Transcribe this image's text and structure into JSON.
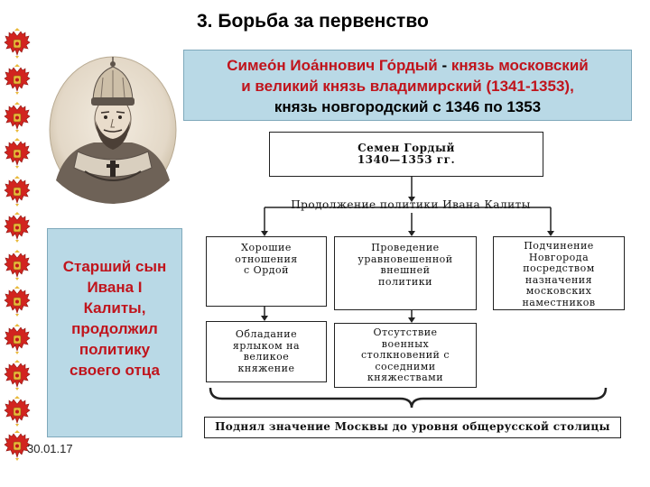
{
  "slide": {
    "title": "3. Борьба за первенство",
    "date": "30.01.17"
  },
  "infobox": {
    "name": "Симео́н Иоа́ннович Го́рдый",
    "dash": " - ",
    "role_line1": "князь московский",
    "role_line2": "и великий князь владимирский (1341-1353),",
    "role_line3": "князь новгородский с 1346 по 1353"
  },
  "sidebox": {
    "lines": [
      "Старший сын",
      "Ивана I",
      "Калиты,",
      "продолжил",
      "политику",
      "своего отца"
    ]
  },
  "diagram": {
    "top": [
      "Семен Гордый",
      "1340—1353 гг."
    ],
    "policy": "Продолжение политики Ивана Калиты",
    "box1": [
      "Хорошие",
      "отношения",
      "с Ордой"
    ],
    "box2": [
      "Проведение",
      "уравновешенной",
      "внешней",
      "политики"
    ],
    "box3": [
      "Подчинение",
      "Новгорода",
      "посредством",
      "назначения",
      "московских",
      "наместников"
    ],
    "box4": [
      "Обладание",
      "ярлыком на",
      "великое",
      "княжение"
    ],
    "box5": [
      "Отсутствие",
      "военных",
      "столкновений с",
      "соседними",
      "княжествами"
    ],
    "result": "Поднял значение Москвы до уровня общерусской столицы"
  },
  "colors": {
    "accent_red": "#c0141c",
    "panel_blue": "#b9d9e6"
  },
  "icons": {
    "border": "double-headed-eagle-icon",
    "portrait": "portrait-image"
  }
}
